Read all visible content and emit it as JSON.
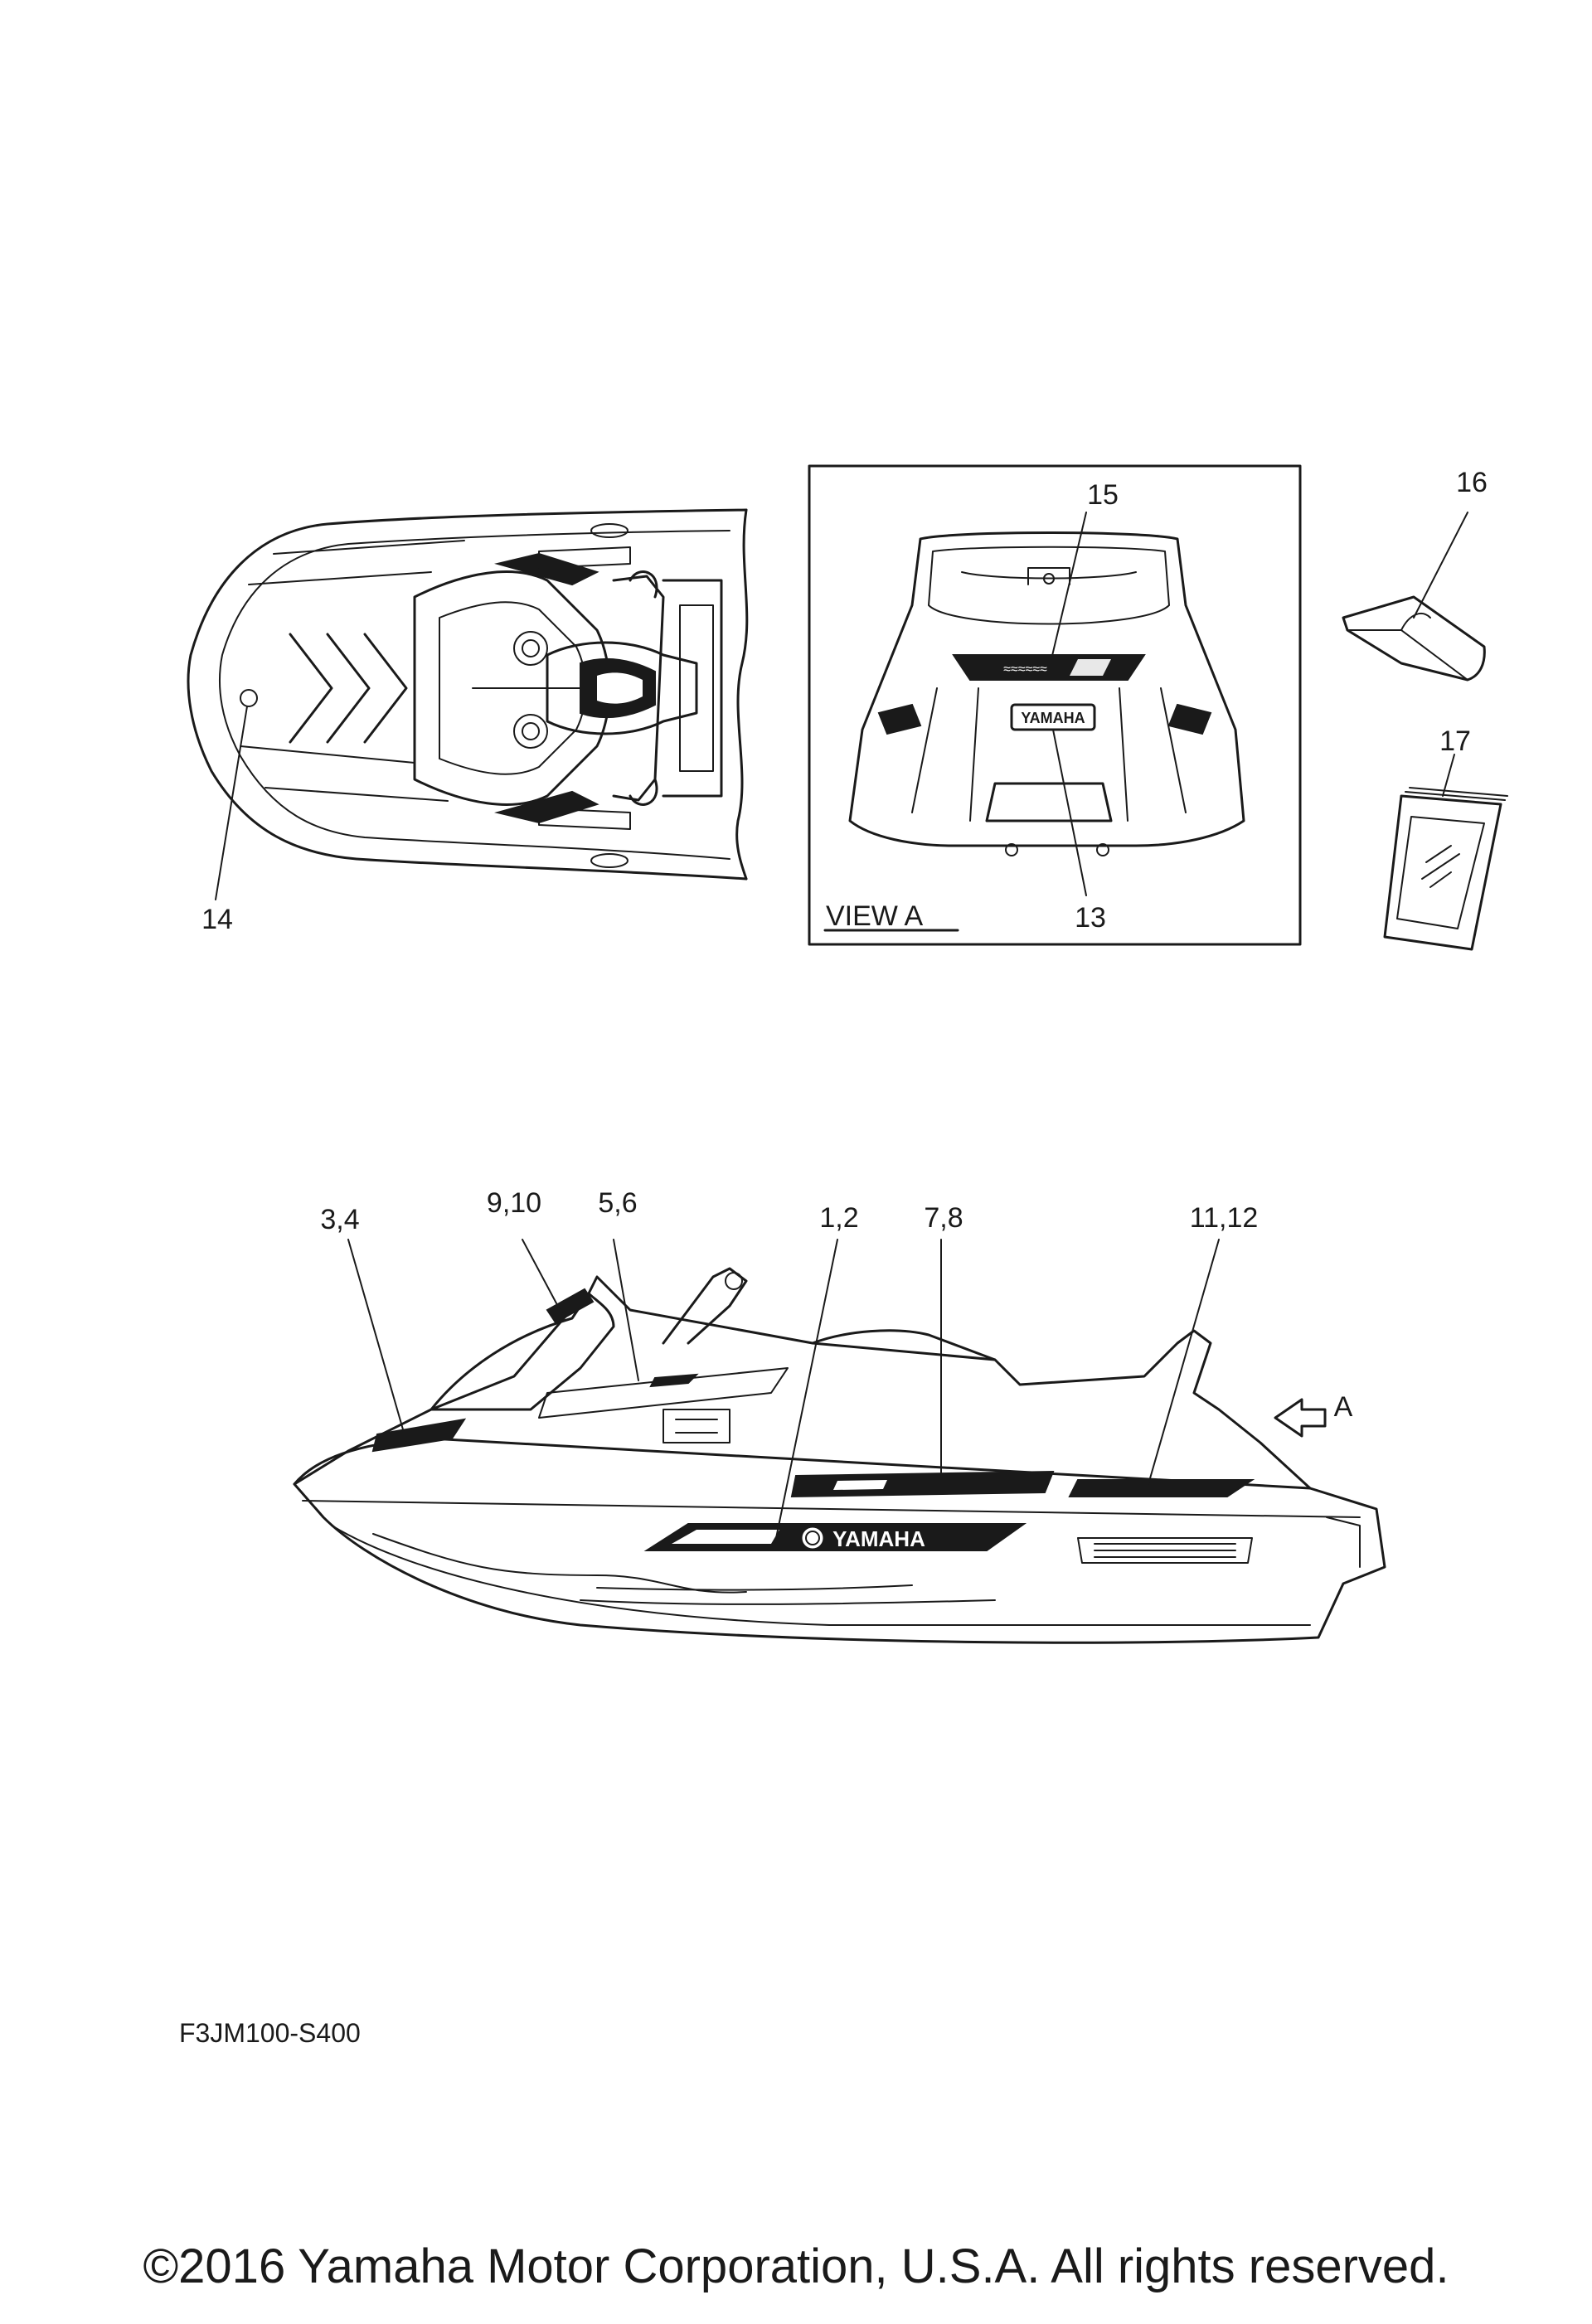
{
  "diagram": {
    "callouts": {
      "c1_2": "1,2",
      "c3_4": "3,4",
      "c5_6": "5,6",
      "c7_8": "7,8",
      "c9_10": "9,10",
      "c11_12": "11,12",
      "c13": "13",
      "c14": "14",
      "c15": "15",
      "c16": "16",
      "c17": "17",
      "arrow_a": "A"
    },
    "view_label": "VIEW A",
    "brand_mark": "YAMAHA",
    "drawing_code": "F3JM100-S400"
  },
  "footer": {
    "copyright": "©2016 Yamaha Motor Corporation, U.S.A. All rights reserved."
  }
}
